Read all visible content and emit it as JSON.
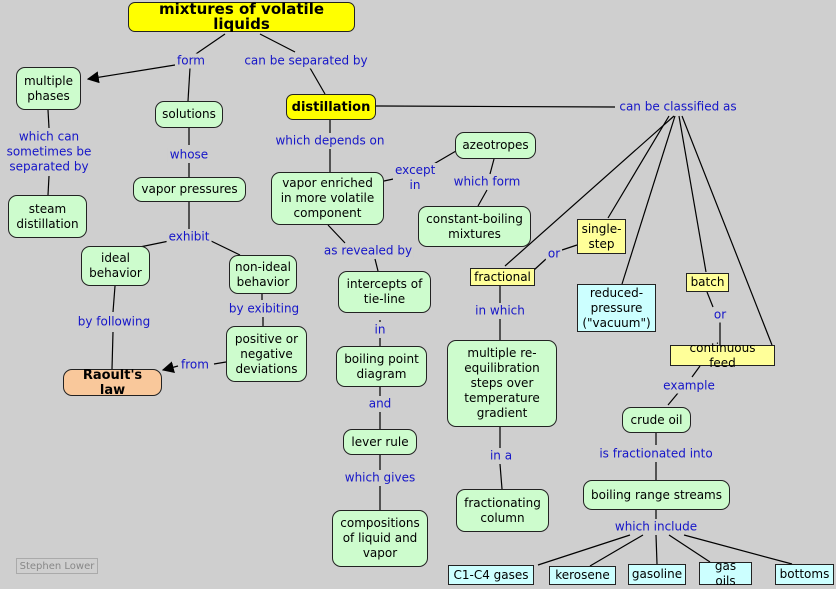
{
  "nodes": {
    "mixtures": "mixtures of volatile liquids",
    "multiple_phases": "multiple phases",
    "solutions": "solutions",
    "distillation": "distillation",
    "steam_distillation": "steam distillation",
    "vapor_pressures": "vapor pressures",
    "vapor_enriched": "vapor enriched in more volatile component",
    "azeotropes": "azeotropes",
    "constant_boiling": "constant-boiling mixtures",
    "ideal_behavior": "ideal behavior",
    "nonideal_behavior": "non-ideal behavior",
    "single_step": "single-step",
    "fractional": "fractional",
    "reduced_pressure": "reduced-pressure (\"vacuum\")",
    "batch": "batch",
    "intercepts": "intercepts of tie-line",
    "deviations": "positive or negative deviations",
    "raoults_law": "Raoult's law",
    "multiple_reequil": "multiple re-equilibration steps over temperature gradient",
    "continuous_feed": "continuous feed",
    "boiling_point_diagram": "boiling point diagram",
    "crude_oil": "crude oil",
    "lever_rule": "lever rule",
    "fractionating_column": "fractionating column",
    "boiling_range_streams": "boiling range streams",
    "compositions": "compositions of liquid and vapor",
    "c1c4": "C1-C4 gases",
    "kerosene": "kerosene",
    "gasoline": "gasoline",
    "gas_oils": "gas oils",
    "bottoms": "bottoms"
  },
  "links": {
    "form": "form",
    "can_be_separated_by": "can be separated by",
    "which_can_sometimes": "which can sometimes be separated by",
    "whose": "whose",
    "which_depends_on": "which depends on",
    "can_be_classified_as": "can be classified as",
    "except_in": "except in",
    "which_form": "which form",
    "exhibit": "exhibit",
    "as_revealed_by": "as revealed by",
    "or1": "or",
    "by_exhibiting": "by exibiting",
    "by_following": "by following",
    "from": "from",
    "in1": "in",
    "in_which": "in which",
    "or2": "or",
    "and": "and",
    "example": "example",
    "which_gives": "which gives",
    "in_a": "in a",
    "is_fractionated_into": "is fractionated into",
    "which_include": "which include"
  },
  "credit": "Stephen Lower"
}
